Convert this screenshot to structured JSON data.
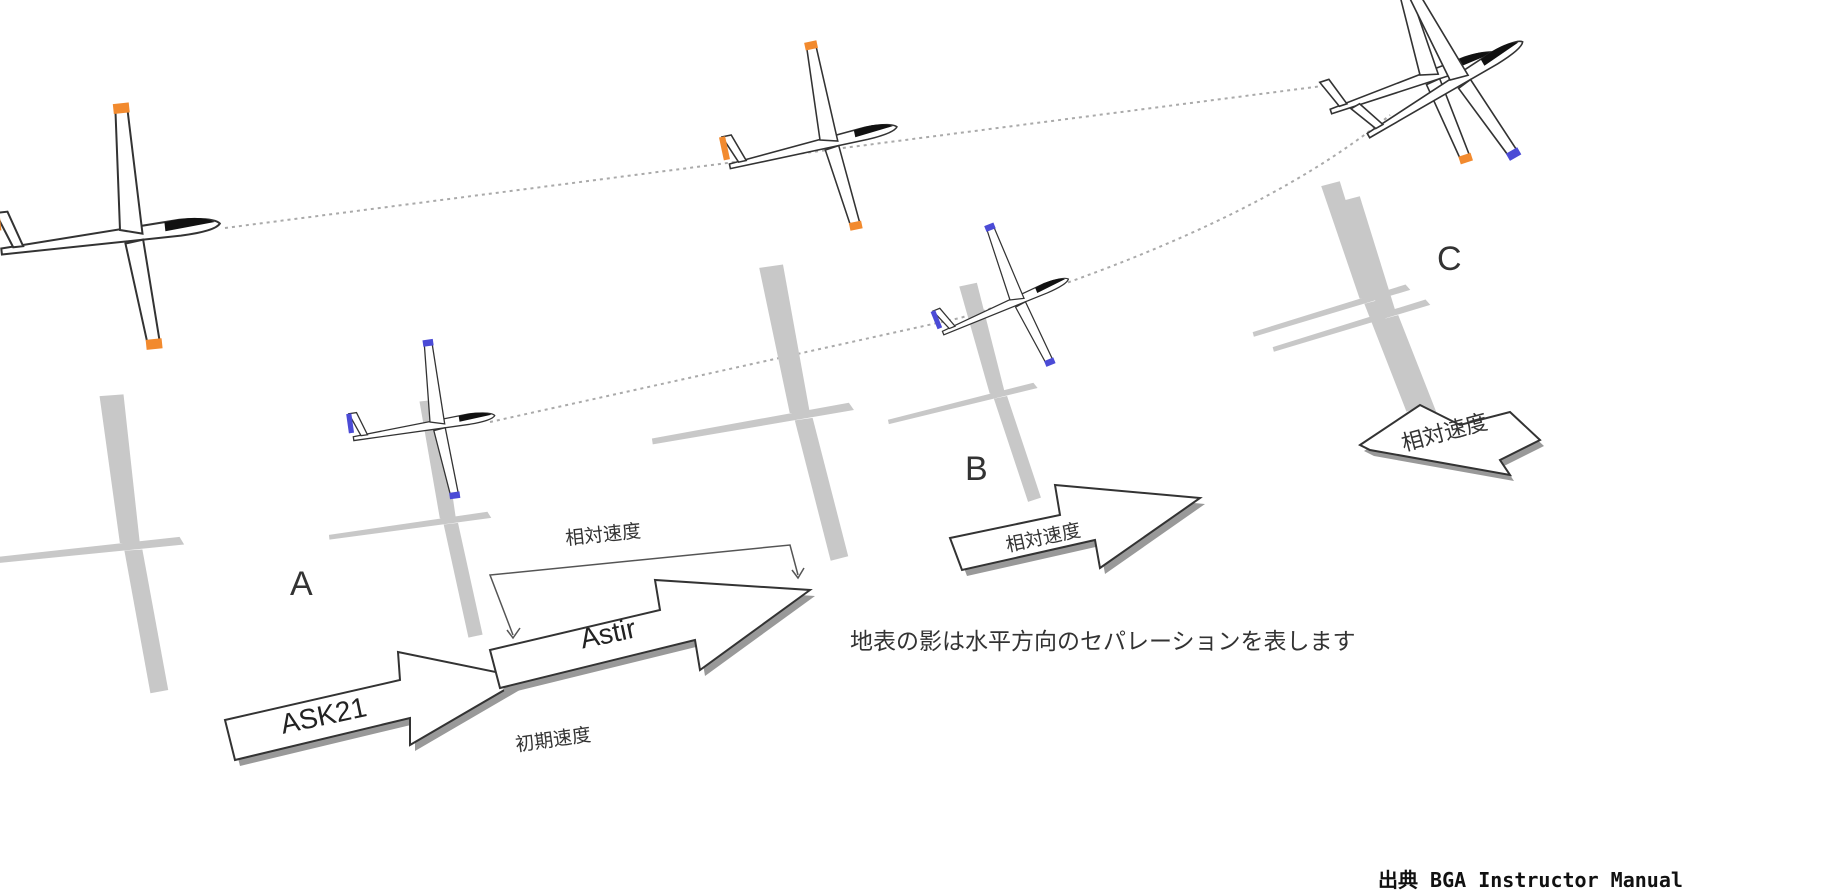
{
  "labels": {
    "point_a": "A",
    "point_b": "B",
    "point_c": "C"
  },
  "arrows": {
    "ask21": "ASK21",
    "astir": "Astir",
    "initial_speed": "初期速度",
    "relative_speed_a": "相対速度",
    "relative_speed_b": "相対速度",
    "relative_speed_c": "相対速度"
  },
  "caption": "地表の影は水平方向のセパレーションを表します",
  "source": "出典 BGA Instructor Manual",
  "colors": {
    "ask21_tips": "#f28a2e",
    "astir_tips": "#4b4bd6",
    "shadow": "#c8c8c8",
    "path": "#aaaaaa"
  }
}
